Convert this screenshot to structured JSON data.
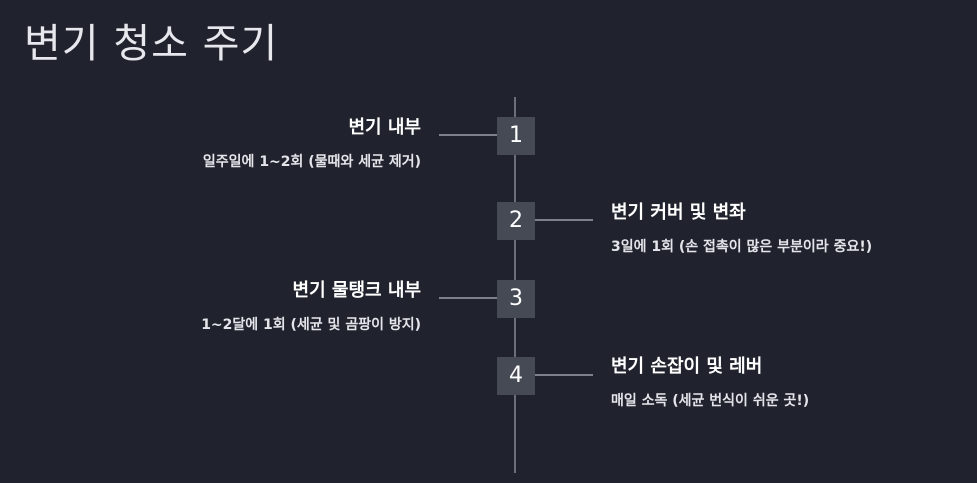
{
  "title": "변기 청소 주기",
  "steps": [
    {
      "number": "1",
      "title": "변기 내부",
      "description": "일주일에 1~2회 (물때와 세균 제거)",
      "side": "left"
    },
    {
      "number": "2",
      "title": "변기 커버 및 변좌",
      "description": "3일에 1회 (손 접촉이 많은 부분이라 중요!)",
      "side": "right"
    },
    {
      "number": "3",
      "title": "변기 물탱크 내부",
      "description": "1~2달에 1회 (세균 및 곰팡이 방지)",
      "side": "left"
    },
    {
      "number": "4",
      "title": "변기 손잡이 및 레버",
      "description": "매일 소독 (세균 번식이 쉬운 곳!)",
      "side": "right"
    }
  ]
}
